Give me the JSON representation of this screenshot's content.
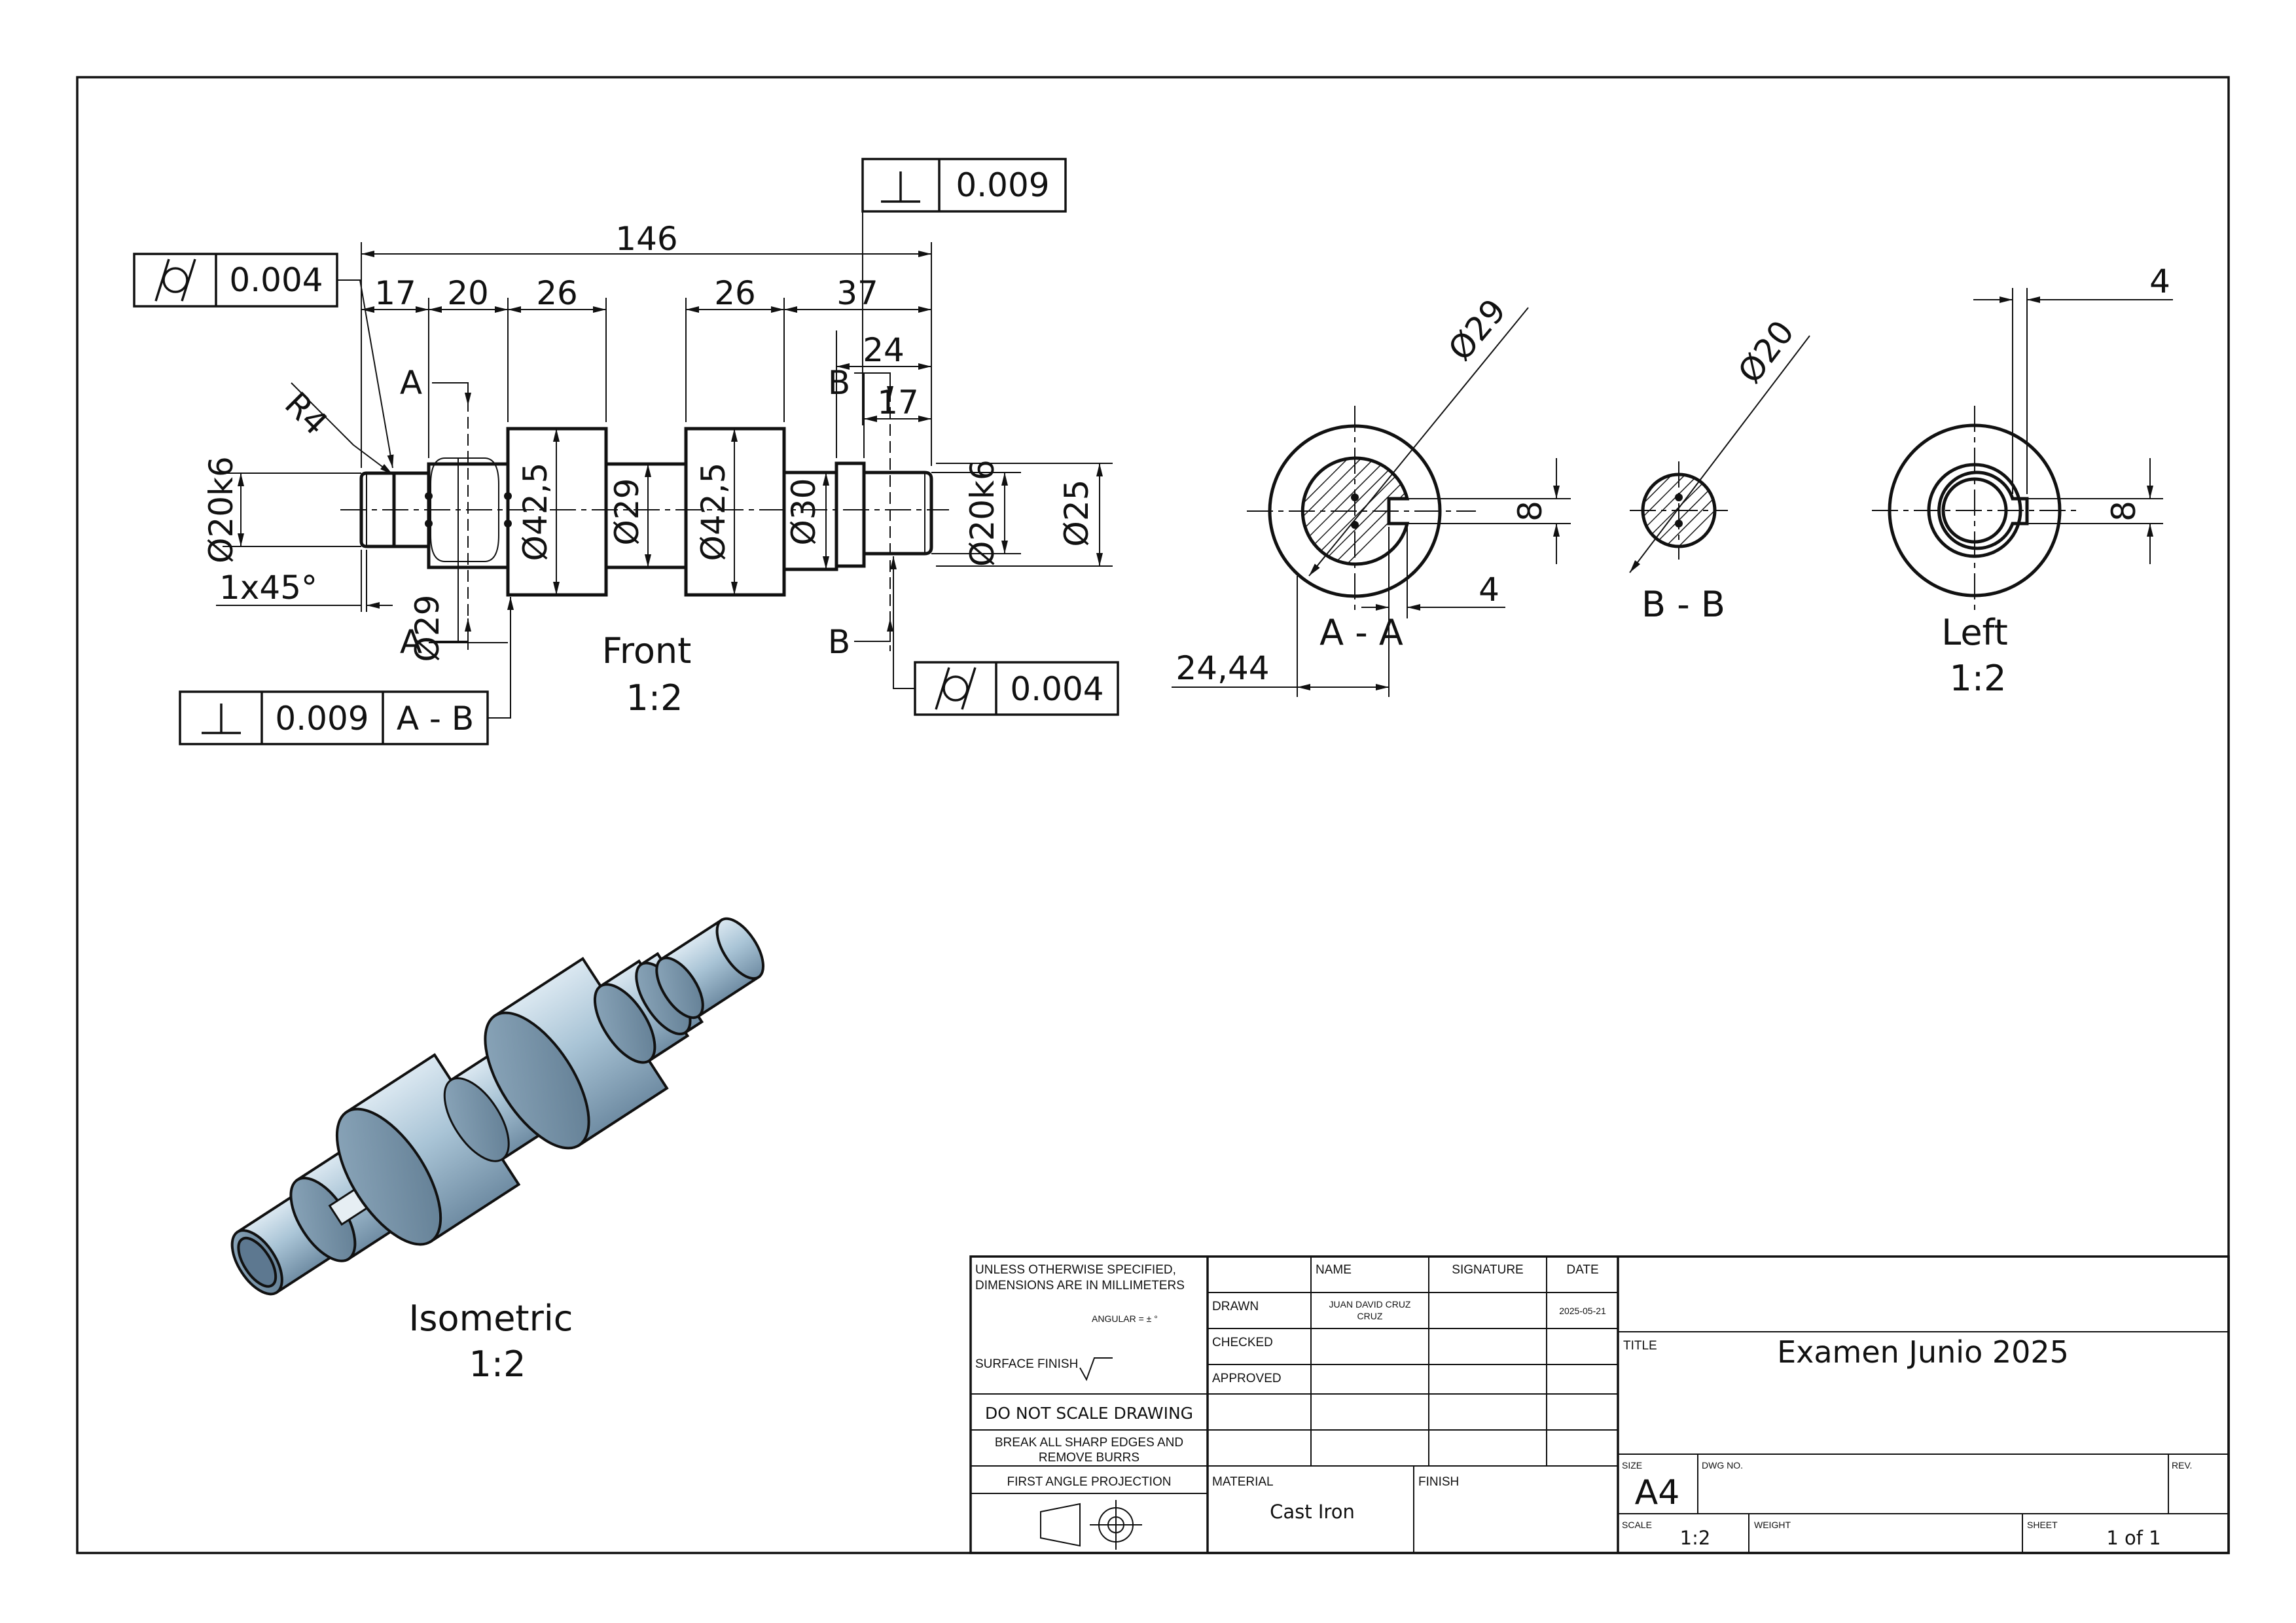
{
  "front_view": {
    "dims": {
      "overall": "146",
      "d17a": "17",
      "d20": "20",
      "d26a": "26",
      "d26b": "26",
      "d37": "37",
      "d24": "24",
      "d17b": "17",
      "r4": "R4",
      "dia20k6_left": "Ø20k6",
      "chamfer": "1x45°",
      "dia29_key": "Ø29",
      "dia42_5a": "Ø42,5",
      "dia29_mid": "Ø29",
      "dia42_5b": "Ø42,5",
      "dia30": "Ø30",
      "dia20k6_right": "Ø20k6",
      "dia25": "Ø25"
    },
    "section_marks": {
      "a_top": "A",
      "a_bottom": "A",
      "b_top": "B",
      "b_bottom": "B"
    },
    "gdt": {
      "perp_top_value": "0.009",
      "cyl_left_value": "0.004",
      "perp_bottom_value": "0.009",
      "perp_bottom_datum": "A - B",
      "cyl_right_value": "0.004"
    },
    "label": "Front",
    "scale": "1:2"
  },
  "section_a": {
    "dia": "Ø29",
    "key_height": "8",
    "key_depth": "4",
    "offset": "24,44",
    "label": "A - A"
  },
  "section_b": {
    "dia": "Ø20",
    "label": "B - B"
  },
  "left_view": {
    "dim_top": "4",
    "key_height": "8",
    "label": "Left",
    "scale": "1:2"
  },
  "isometric": {
    "label": "Isometric",
    "scale": "1:2",
    "body_color": "#a9c4d6",
    "shade_color": "#7d9ab0"
  },
  "title_block": {
    "notes_line1": "UNLESS OTHERWISE SPECIFIED,",
    "notes_line2": "DIMENSIONS ARE IN MILLIMETERS",
    "angular": "ANGULAR = ± °",
    "surface_finish": "SURFACE FINISH",
    "do_not_scale": "DO NOT SCALE DRAWING",
    "break_edges_1": "BREAK ALL SHARP EDGES AND",
    "break_edges_2": "REMOVE BURRS",
    "projection": "FIRST ANGLE PROJECTION",
    "col_name": "NAME",
    "col_signature": "SIGNATURE",
    "col_date": "DATE",
    "row_drawn": "DRAWN",
    "row_checked": "CHECKED",
    "row_approved": "APPROVED",
    "drawn_name_1": "JUAN DAVID CRUZ",
    "drawn_name_2": "CRUZ",
    "drawn_date": "2025-05-21",
    "material_label": "MATERIAL",
    "material": "Cast Iron",
    "finish_label": "FINISH",
    "title_label": "TITLE",
    "title": "Examen Junio 2025",
    "size_label": "SIZE",
    "size": "A4",
    "dwg_label": "DWG NO.",
    "rev_label": "REV.",
    "scale_label": "SCALE",
    "scale": "1:2",
    "weight_label": "WEIGHT",
    "sheet_label": "SHEET",
    "sheet": "1 of 1"
  }
}
